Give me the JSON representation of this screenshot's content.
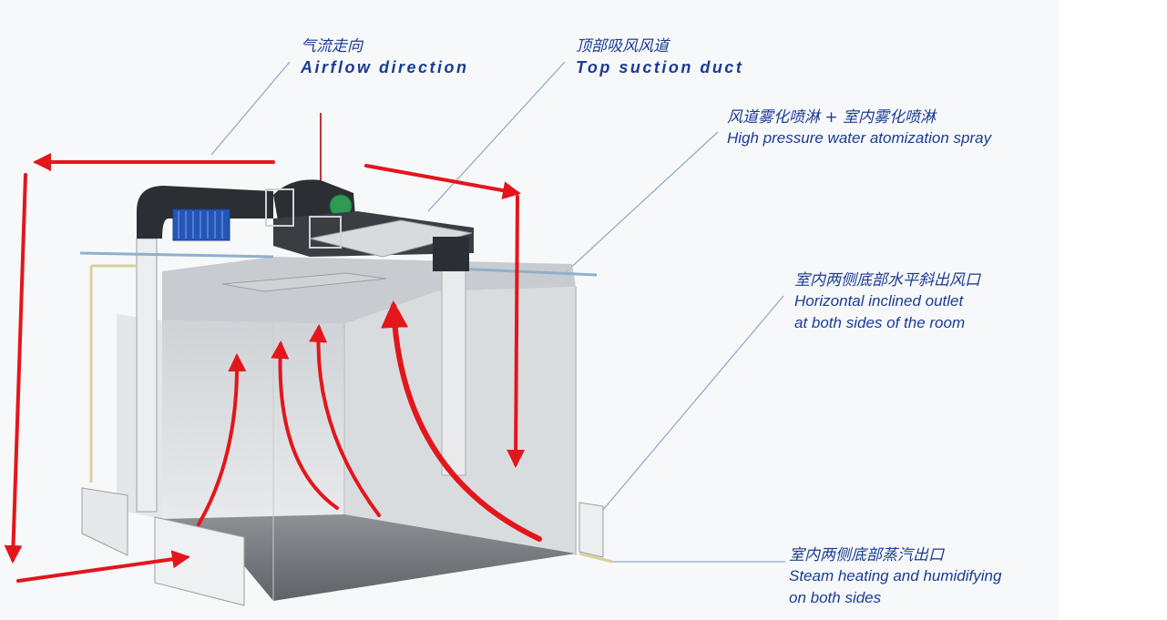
{
  "labels": {
    "airflow": {
      "zh": "气流走向",
      "en": "Airflow direction"
    },
    "top_duct": {
      "zh": "顶部吸风风道",
      "en": "Top suction duct"
    },
    "spray": {
      "zh": "风道雾化喷淋 + 室内雾化喷淋",
      "en": "High pressure water atomization spray"
    },
    "outlet": {
      "zh": "室内两侧底部水平斜出风口",
      "en1": "Horizontal inclined outlet",
      "en2": "at both sides of the room"
    },
    "steam": {
      "zh": "室内两侧底部蒸汽出口",
      "en1": "Steam heating and humidifying",
      "en2": "on both sides"
    }
  },
  "colors": {
    "arrow": "#e3161c",
    "label_text": "#1a3c95",
    "leader_line": "#8aa6c8",
    "duct": "#2b2e33",
    "heater_block": "#2456b8",
    "fan_motor": "#2e9a52",
    "panel": "#dcdfe2",
    "floor": "#7d8186"
  },
  "icons": {
    "fan": "fan-motor-icon"
  }
}
